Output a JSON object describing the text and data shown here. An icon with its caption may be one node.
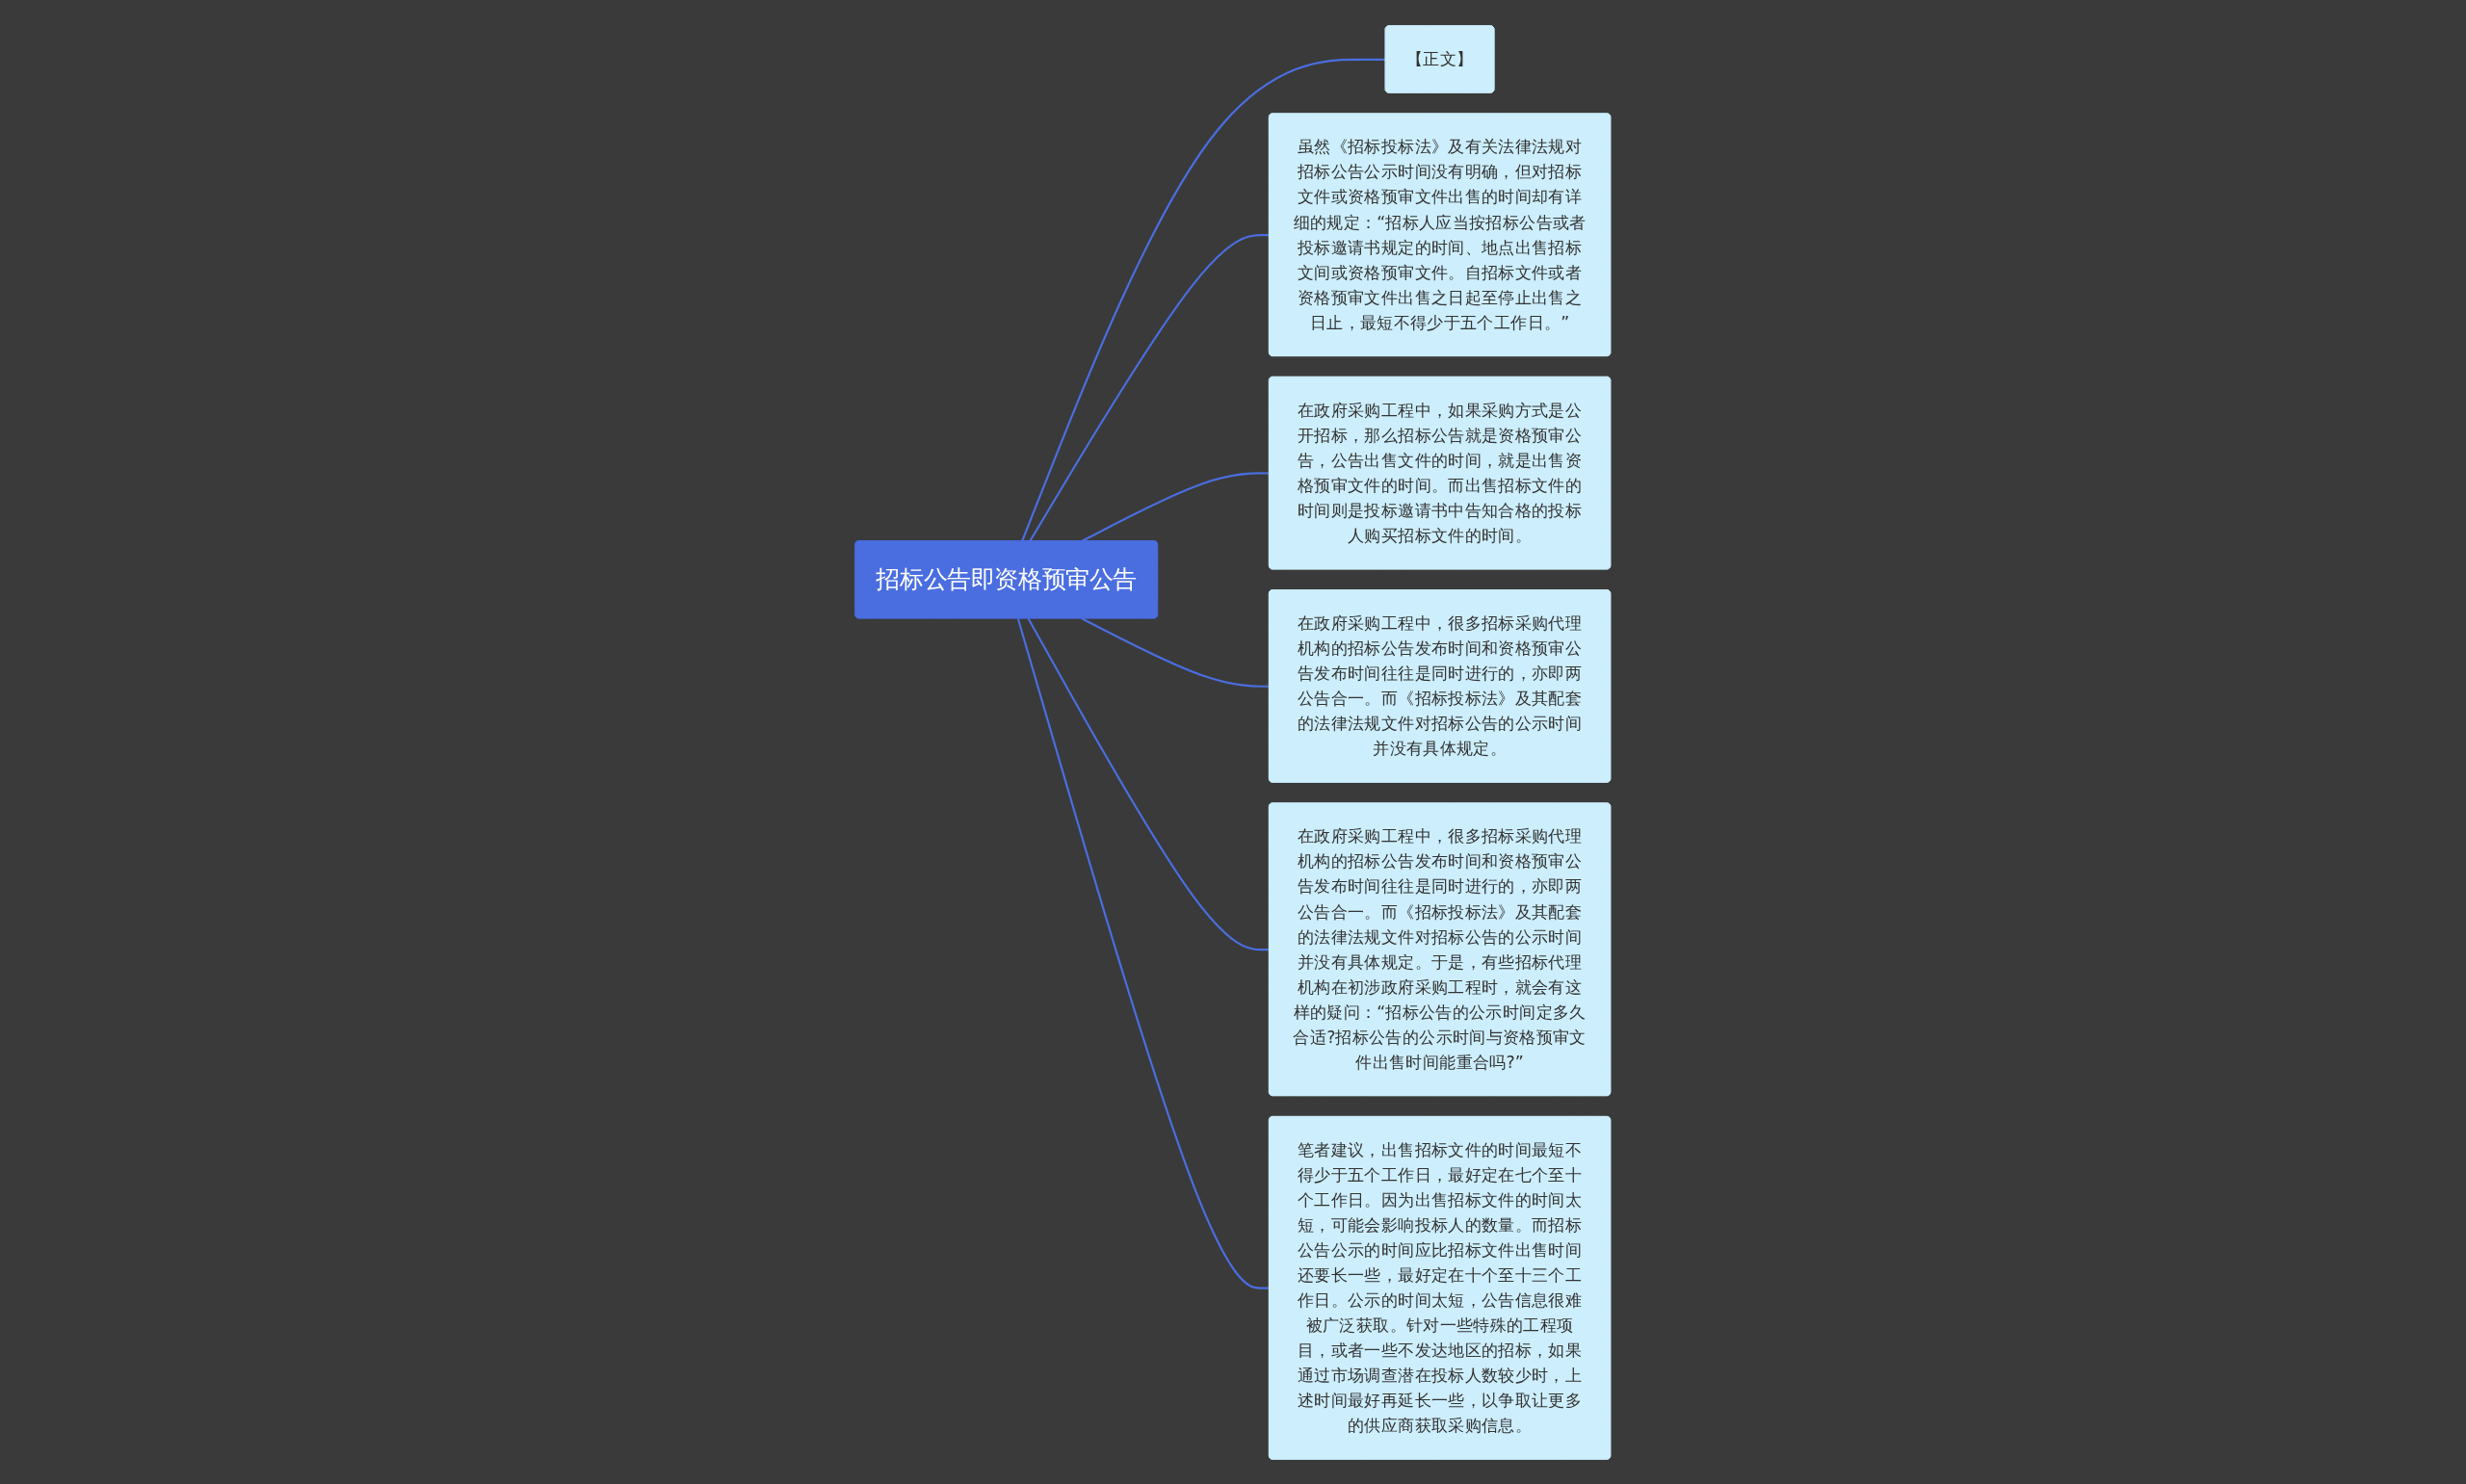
{
  "diagram": {
    "nodes": [
      {
        "text": [
          "招标公告即资格预审公告"
        ]
      },
      {
        "text": [
          "【正文】"
        ]
      },
      {
        "text": [
          "虽然《招标投标法》及有关法律法规对招标公告公示时间没有明确，但对招标文件或资格预审文件出售的时间却有详细的规定：“招标人应当按招标公告或者投标邀请书规定的时间、地点出售招标文间或资格预审文件。自招标文件或者资格预审文件出售之日起至停止出售之日止，最短不得少于五个工作日。”"
        ]
      },
      {
        "text": [
          "在政府采购工程中，如果采购方式是公开招标，那么招标公告就是资格预审公告，公告出售文件的时间，就是出售资格预审文件的时间。而出售招标文件的时间则是投标邀请书中告知合格的投标人购买招标文件的时间。"
        ]
      },
      {
        "text": [
          "在政府采购工程中，很多招标采购代理机构的招标公告发布时间和资格预审公告发布时间往往是同时进行的，亦即两公告合一。而《招标投标法》及其配套的法律法规文件对招标公告的公示时间并没有具体规定。"
        ]
      },
      {
        "text": [
          "在政府采购工程中，很多招标采购代理机构的招标公告发布时间和资格预审公告发布时间往往是同时进行的，亦即两公告合一。而《招标投标法》及其配套的法律法规文件对招标公告的公示时间并没有具体规定。于是，有些招标代理机构在初涉政府采购工程时，就会有这样的疑问：“招标公告的公示时间定多久合适?招标公告的公示时间与资格预审文件出售时间能重合吗?”"
        ]
      },
      {
        "text": [
          "笔者建议，出售招标文件的时间最短不得少于五个工作日，最好定在七个至十个工作日。因为出售招标文件的时间太短，可能会影响投标人的数量。而招标公告公示的时间应比招标文件出售时间还要长一些，最好定在十个至十三个工作日。公示的时间太短，公告信息很难被广泛获取。针对一些特殊的工程项目，或者一些不发达地区的招标，如果通过市场调查潜在投标人数较少时，上述时间最好再延长一些，以争取让更多的供应商获取采购信息。"
        ]
      }
    ],
    "edges": [
      {
        "from": 0,
        "to": 1,
        "arrow": "none"
      },
      {
        "from": 0,
        "to": 2,
        "arrow": "none"
      },
      {
        "from": 0,
        "to": 3,
        "arrow": "none"
      },
      {
        "from": 0,
        "to": 4,
        "arrow": "none"
      },
      {
        "from": 0,
        "to": 5,
        "arrow": "none"
      },
      {
        "from": 0,
        "to": 6,
        "arrow": "none"
      }
    ]
  }
}
